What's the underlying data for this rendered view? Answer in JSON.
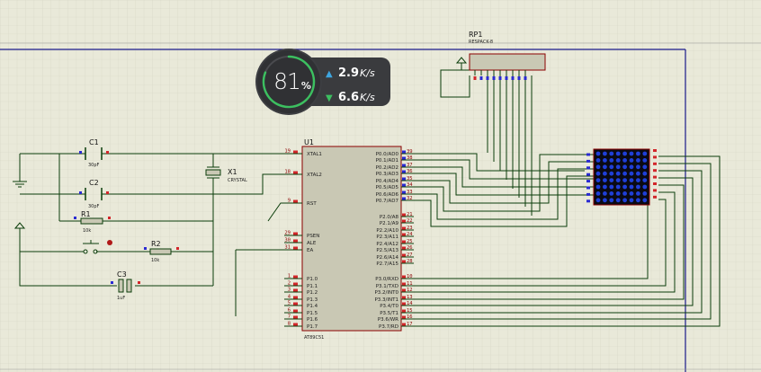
{
  "schematic": {
    "u1": {
      "designator": "U1",
      "part": "AT89C51",
      "left_pins": [
        {
          "num": "19",
          "name": "XTAL1"
        },
        {
          "num": "18",
          "name": "XTAL2"
        },
        {
          "num": "9",
          "name": "RST"
        },
        {
          "num": "29",
          "name": "PSEN"
        },
        {
          "num": "30",
          "name": "ALE"
        },
        {
          "num": "31",
          "name": "EA"
        },
        {
          "num": "1",
          "name": "P1.0"
        },
        {
          "num": "2",
          "name": "P1.1"
        },
        {
          "num": "3",
          "name": "P1.2"
        },
        {
          "num": "4",
          "name": "P1.3"
        },
        {
          "num": "5",
          "name": "P1.4"
        },
        {
          "num": "6",
          "name": "P1.5"
        },
        {
          "num": "7",
          "name": "P1.6"
        },
        {
          "num": "8",
          "name": "P1.7"
        }
      ],
      "right_pins": [
        {
          "num": "39",
          "name": "P0.0/AD0"
        },
        {
          "num": "38",
          "name": "P0.1/AD1"
        },
        {
          "num": "37",
          "name": "P0.2/AD2"
        },
        {
          "num": "36",
          "name": "P0.3/AD3"
        },
        {
          "num": "35",
          "name": "P0.4/AD4"
        },
        {
          "num": "34",
          "name": "P0.5/AD5"
        },
        {
          "num": "33",
          "name": "P0.6/AD6"
        },
        {
          "num": "32",
          "name": "P0.7/AD7"
        },
        {
          "num": "21",
          "name": "P2.0/A8"
        },
        {
          "num": "22",
          "name": "P2.1/A9"
        },
        {
          "num": "23",
          "name": "P2.2/A10"
        },
        {
          "num": "24",
          "name": "P2.3/A11"
        },
        {
          "num": "25",
          "name": "P2.4/A12"
        },
        {
          "num": "26",
          "name": "P2.5/A13"
        },
        {
          "num": "27",
          "name": "P2.6/A14"
        },
        {
          "num": "28",
          "name": "P2.7/A15"
        },
        {
          "num": "10",
          "name": "P3.0/RXD"
        },
        {
          "num": "11",
          "name": "P3.1/TXD"
        },
        {
          "num": "12",
          "name": "P3.2/INT0"
        },
        {
          "num": "13",
          "name": "P3.3/INT1"
        },
        {
          "num": "14",
          "name": "P3.4/T0"
        },
        {
          "num": "15",
          "name": "P3.5/T1"
        },
        {
          "num": "16",
          "name": "P3.6/WR"
        },
        {
          "num": "17",
          "name": "P3.7/RD"
        }
      ]
    },
    "rp1": {
      "designator": "RP1",
      "part": "RESPACK-8"
    },
    "c1": {
      "designator": "C1",
      "value": "30pF"
    },
    "c2": {
      "designator": "C2",
      "value": "30pF"
    },
    "c3": {
      "designator": "C3",
      "value": "1uF"
    },
    "r1": {
      "designator": "R1",
      "value": "10k"
    },
    "r2": {
      "designator": "R2",
      "value": "10k"
    },
    "x1": {
      "designator": "X1",
      "part": "CRYSTAL"
    }
  },
  "net_monitor": {
    "cpu_percent": "81",
    "percent_symbol": "%",
    "upload_value": "2.9",
    "upload_unit": "K/s",
    "download_value": "6.6",
    "download_unit": "K/s",
    "upload_icon": "arrow-up-icon",
    "download_icon": "arrow-down-icon"
  },
  "colors": {
    "background": "#e9e9d9",
    "grid": "#d5d5c3",
    "wire": "#0a3d0a",
    "chip_fill": "#c9c8b4",
    "chip_border": "#8b0000",
    "pin_red": "#d2262a",
    "pin_blue": "#2a2ad2",
    "frame_blue": "#1a1a8c",
    "led_matrix_bg": "#0a0a14",
    "led_blue": "#1f3fd8",
    "upload_arrow": "#3ea6e0",
    "download_arrow": "#3cc060"
  }
}
